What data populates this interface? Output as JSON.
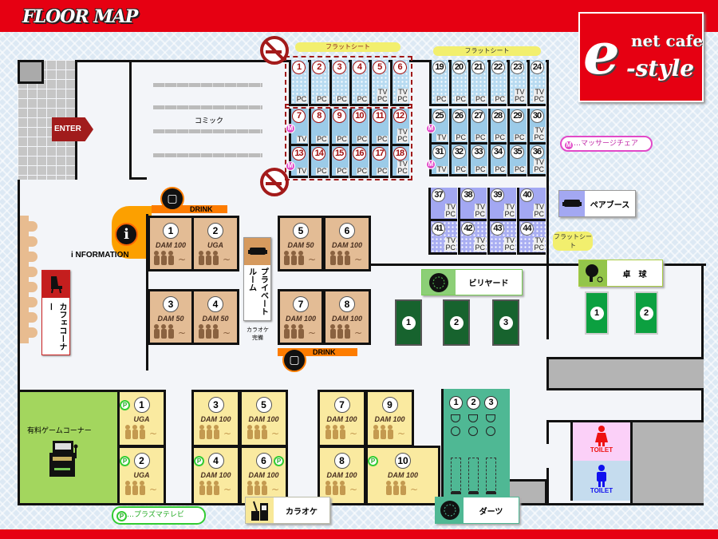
{
  "header": {
    "title": "FLOOR MAP"
  },
  "logo": {
    "letter": "e",
    "top": "net cafe",
    "bottom": "-style"
  },
  "entrance": {
    "label": "ENTER"
  },
  "comic": {
    "label": "コミック"
  },
  "information": {
    "label": "i NFORMATION"
  },
  "drink": {
    "label": "DRINK"
  },
  "cafe": {
    "label": "カフェコーナー"
  },
  "private_room": {
    "label": "プライベートルーム",
    "note1": "カラオケ",
    "note2": "完備"
  },
  "flat_seat_label": "フラットシート",
  "flat_seat_small": "フラットシート",
  "massage_legend": {
    "badge": "M",
    "label": "…マッサージチェア"
  },
  "plasma_legend": {
    "badge": "P",
    "label": "…プラズマテレビ"
  },
  "pair_booth": {
    "label": "ペアブース"
  },
  "billiards": {
    "label": "ビリヤード",
    "tables": [
      "1",
      "2",
      "3"
    ]
  },
  "pingpong": {
    "label": "卓　球",
    "tables": [
      "1",
      "2"
    ]
  },
  "game_corner": {
    "label": "有料ゲームコーナー"
  },
  "karaoke_label": "カラオケ",
  "darts": {
    "label": "ダーツ",
    "machines": [
      "1",
      "2",
      "3"
    ]
  },
  "toilets": {
    "women": "TOILET",
    "men": "TOILET"
  },
  "seat_rows": [
    {
      "seats": [
        {
          "n": "1",
          "t": [
            "PC"
          ]
        },
        {
          "n": "2",
          "t": [
            "PC"
          ]
        },
        {
          "n": "3",
          "t": [
            "PC"
          ]
        },
        {
          "n": "4",
          "t": [
            "PC"
          ]
        },
        {
          "n": "5",
          "t": [
            "TV",
            "PC"
          ]
        },
        {
          "n": "6",
          "t": [
            "TV",
            "PC"
          ]
        }
      ]
    },
    {
      "seats": [
        {
          "n": "7",
          "t": [
            "TV"
          ],
          "m": true
        },
        {
          "n": "8",
          "t": [
            "PC"
          ]
        },
        {
          "n": "9",
          "t": [
            "PC"
          ]
        },
        {
          "n": "10",
          "t": [
            "PC"
          ]
        },
        {
          "n": "11",
          "t": [
            "PC"
          ]
        },
        {
          "n": "12",
          "t": [
            "TV",
            "PC"
          ]
        }
      ]
    },
    {
      "seats": [
        {
          "n": "13",
          "t": [
            "TV"
          ],
          "m": true
        },
        {
          "n": "14",
          "t": [
            "PC"
          ]
        },
        {
          "n": "15",
          "t": [
            "PC"
          ]
        },
        {
          "n": "16",
          "t": [
            "PC"
          ]
        },
        {
          "n": "17",
          "t": [
            "PC"
          ]
        },
        {
          "n": "18",
          "t": [
            "TV",
            "PC"
          ]
        }
      ]
    },
    {
      "seats": [
        {
          "n": "19",
          "t": [
            "PC"
          ]
        },
        {
          "n": "20",
          "t": [
            "PC"
          ]
        },
        {
          "n": "21",
          "t": [
            "PC"
          ]
        },
        {
          "n": "22",
          "t": [
            "PC"
          ]
        },
        {
          "n": "23",
          "t": [
            "TV",
            "PC"
          ]
        },
        {
          "n": "24",
          "t": [
            "TV",
            "PC"
          ]
        }
      ]
    },
    {
      "seats": [
        {
          "n": "25",
          "t": [
            "TV"
          ],
          "m": true
        },
        {
          "n": "26",
          "t": [
            "PC"
          ]
        },
        {
          "n": "27",
          "t": [
            "PC"
          ]
        },
        {
          "n": "28",
          "t": [
            "PC"
          ]
        },
        {
          "n": "29",
          "t": [
            "PC"
          ]
        },
        {
          "n": "30",
          "t": [
            "TV",
            "PC"
          ]
        }
      ]
    },
    {
      "seats": [
        {
          "n": "31",
          "t": [
            "TV"
          ],
          "m": true
        },
        {
          "n": "32",
          "t": [
            "PC"
          ]
        },
        {
          "n": "33",
          "t": [
            "PC"
          ]
        },
        {
          "n": "34",
          "t": [
            "PC"
          ]
        },
        {
          "n": "35",
          "t": [
            "PC"
          ]
        },
        {
          "n": "36",
          "t": [
            "TV",
            "PC"
          ]
        }
      ]
    },
    {
      "seats": [
        {
          "n": "37",
          "t": [
            "TV",
            "PC"
          ]
        },
        {
          "n": "38",
          "t": [
            "TV",
            "PC"
          ]
        },
        {
          "n": "39",
          "t": [
            "TV",
            "PC"
          ]
        },
        {
          "n": "40",
          "t": [
            "TV",
            "PC"
          ]
        }
      ]
    },
    {
      "seats": [
        {
          "n": "41",
          "t": [
            "TV",
            "PC"
          ]
        },
        {
          "n": "42",
          "t": [
            "TV",
            "PC"
          ]
        },
        {
          "n": "43",
          "t": [
            "TV",
            "PC"
          ]
        },
        {
          "n": "44",
          "t": [
            "TV",
            "PC"
          ]
        }
      ]
    }
  ],
  "karaoke_rooms_upper": [
    {
      "n": "1",
      "model": "DAM 100"
    },
    {
      "n": "2",
      "model": "UGA"
    },
    {
      "n": "3",
      "model": "DAM 50"
    },
    {
      "n": "4",
      "model": "DAM 50"
    },
    {
      "n": "5",
      "model": "DAM 50"
    },
    {
      "n": "6",
      "model": "DAM 100"
    },
    {
      "n": "7",
      "model": "DAM 100"
    },
    {
      "n": "8",
      "model": "DAM 100"
    }
  ],
  "karaoke_rooms_lower": [
    {
      "n": "1",
      "model": "UGA",
      "p": true
    },
    {
      "n": "2",
      "model": "UGA",
      "p": true
    },
    {
      "n": "3",
      "model": "DAM 100"
    },
    {
      "n": "4",
      "model": "DAM 100",
      "p": true
    },
    {
      "n": "5",
      "model": "DAM 100"
    },
    {
      "n": "6",
      "model": "DAM 100",
      "p": true
    },
    {
      "n": "7",
      "model": "DAM 100"
    },
    {
      "n": "8",
      "model": "DAM 100"
    },
    {
      "n": "9",
      "model": "DAM 100"
    },
    {
      "n": "10",
      "model": "DAM 100",
      "p": true
    }
  ],
  "colors": {
    "brand_red": "#e60012",
    "karaoke_upper": "#e3bc95",
    "karaoke_lower": "#faeaa0",
    "darts": "#4fb894",
    "game": "#a3d65e"
  }
}
